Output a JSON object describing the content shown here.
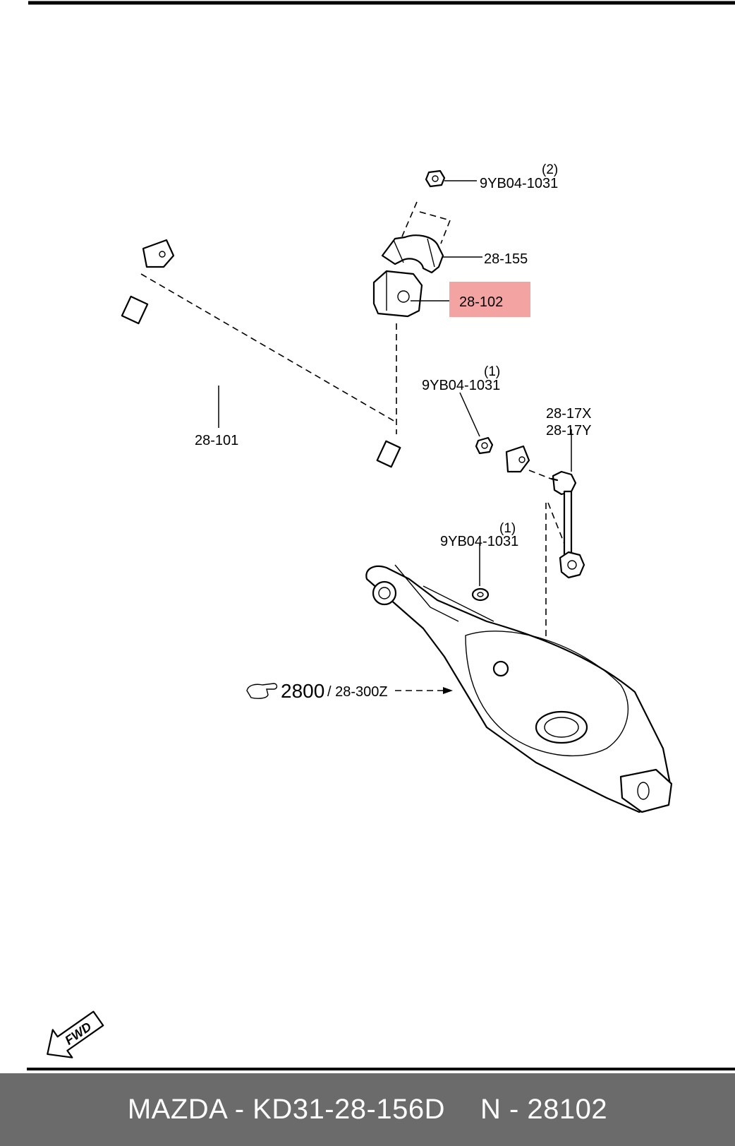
{
  "diagram": {
    "labels": {
      "nut_top": "9YB04-1031",
      "nut_top_qty": "(2)",
      "bracket": "28-155",
      "bushing": "28-102",
      "bar": "28-101",
      "nut_mid": "9YB04-1031",
      "nut_mid_qty": "(1)",
      "link_x": "28-17X",
      "link_y": "28-17Y",
      "nut_low": "9YB04-1031",
      "nut_low_qty": "(1)",
      "ref_main": "2800",
      "ref_sub": "/ 28-300Z",
      "fwd": "FWD"
    },
    "highlight_color": "#f4a3a3"
  },
  "footer": {
    "brand_part": "MAZDA - KD31-28-156D",
    "ref": "N - 28102"
  }
}
